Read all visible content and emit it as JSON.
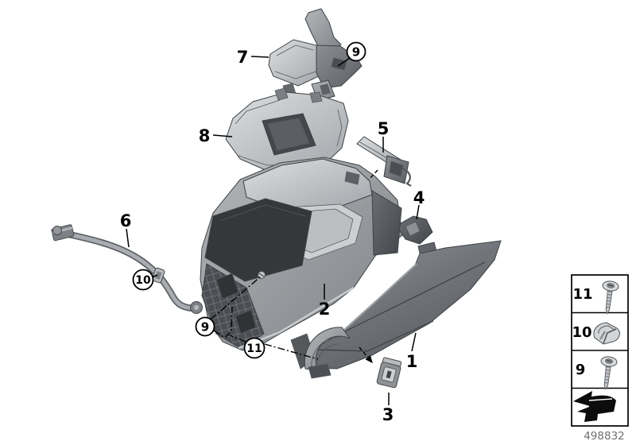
{
  "figure": {
    "type": "exploded-parts-diagram",
    "background_color": "#ffffff",
    "line_color": "#000000"
  },
  "colors": {
    "part_light": "#cdd0d2",
    "part_mid": "#9aa0a4",
    "part_mid_dark": "#75797d",
    "part_dark": "#54585c",
    "interior_dark": "#35383b",
    "legend_border": "#000000",
    "drawing_number_text": "#6f6f6f"
  },
  "callouts": {
    "c1": "1",
    "c2": "2",
    "c3": "3",
    "c4": "4",
    "c5": "5",
    "c6": "6",
    "c7": "7",
    "c8": "8",
    "c9_top": "9",
    "c9_bottom": "9",
    "c10": "10",
    "c11": "11"
  },
  "legend": {
    "rows": [
      {
        "label": "11",
        "icon": "screw-washer-icon"
      },
      {
        "label": "10",
        "icon": "spring-clip-icon"
      },
      {
        "label": "9",
        "icon": "screw-washer-icon"
      },
      {
        "label": "",
        "icon": "direction-arrow-icon"
      }
    ]
  },
  "footer": {
    "drawing_number": "498832"
  }
}
